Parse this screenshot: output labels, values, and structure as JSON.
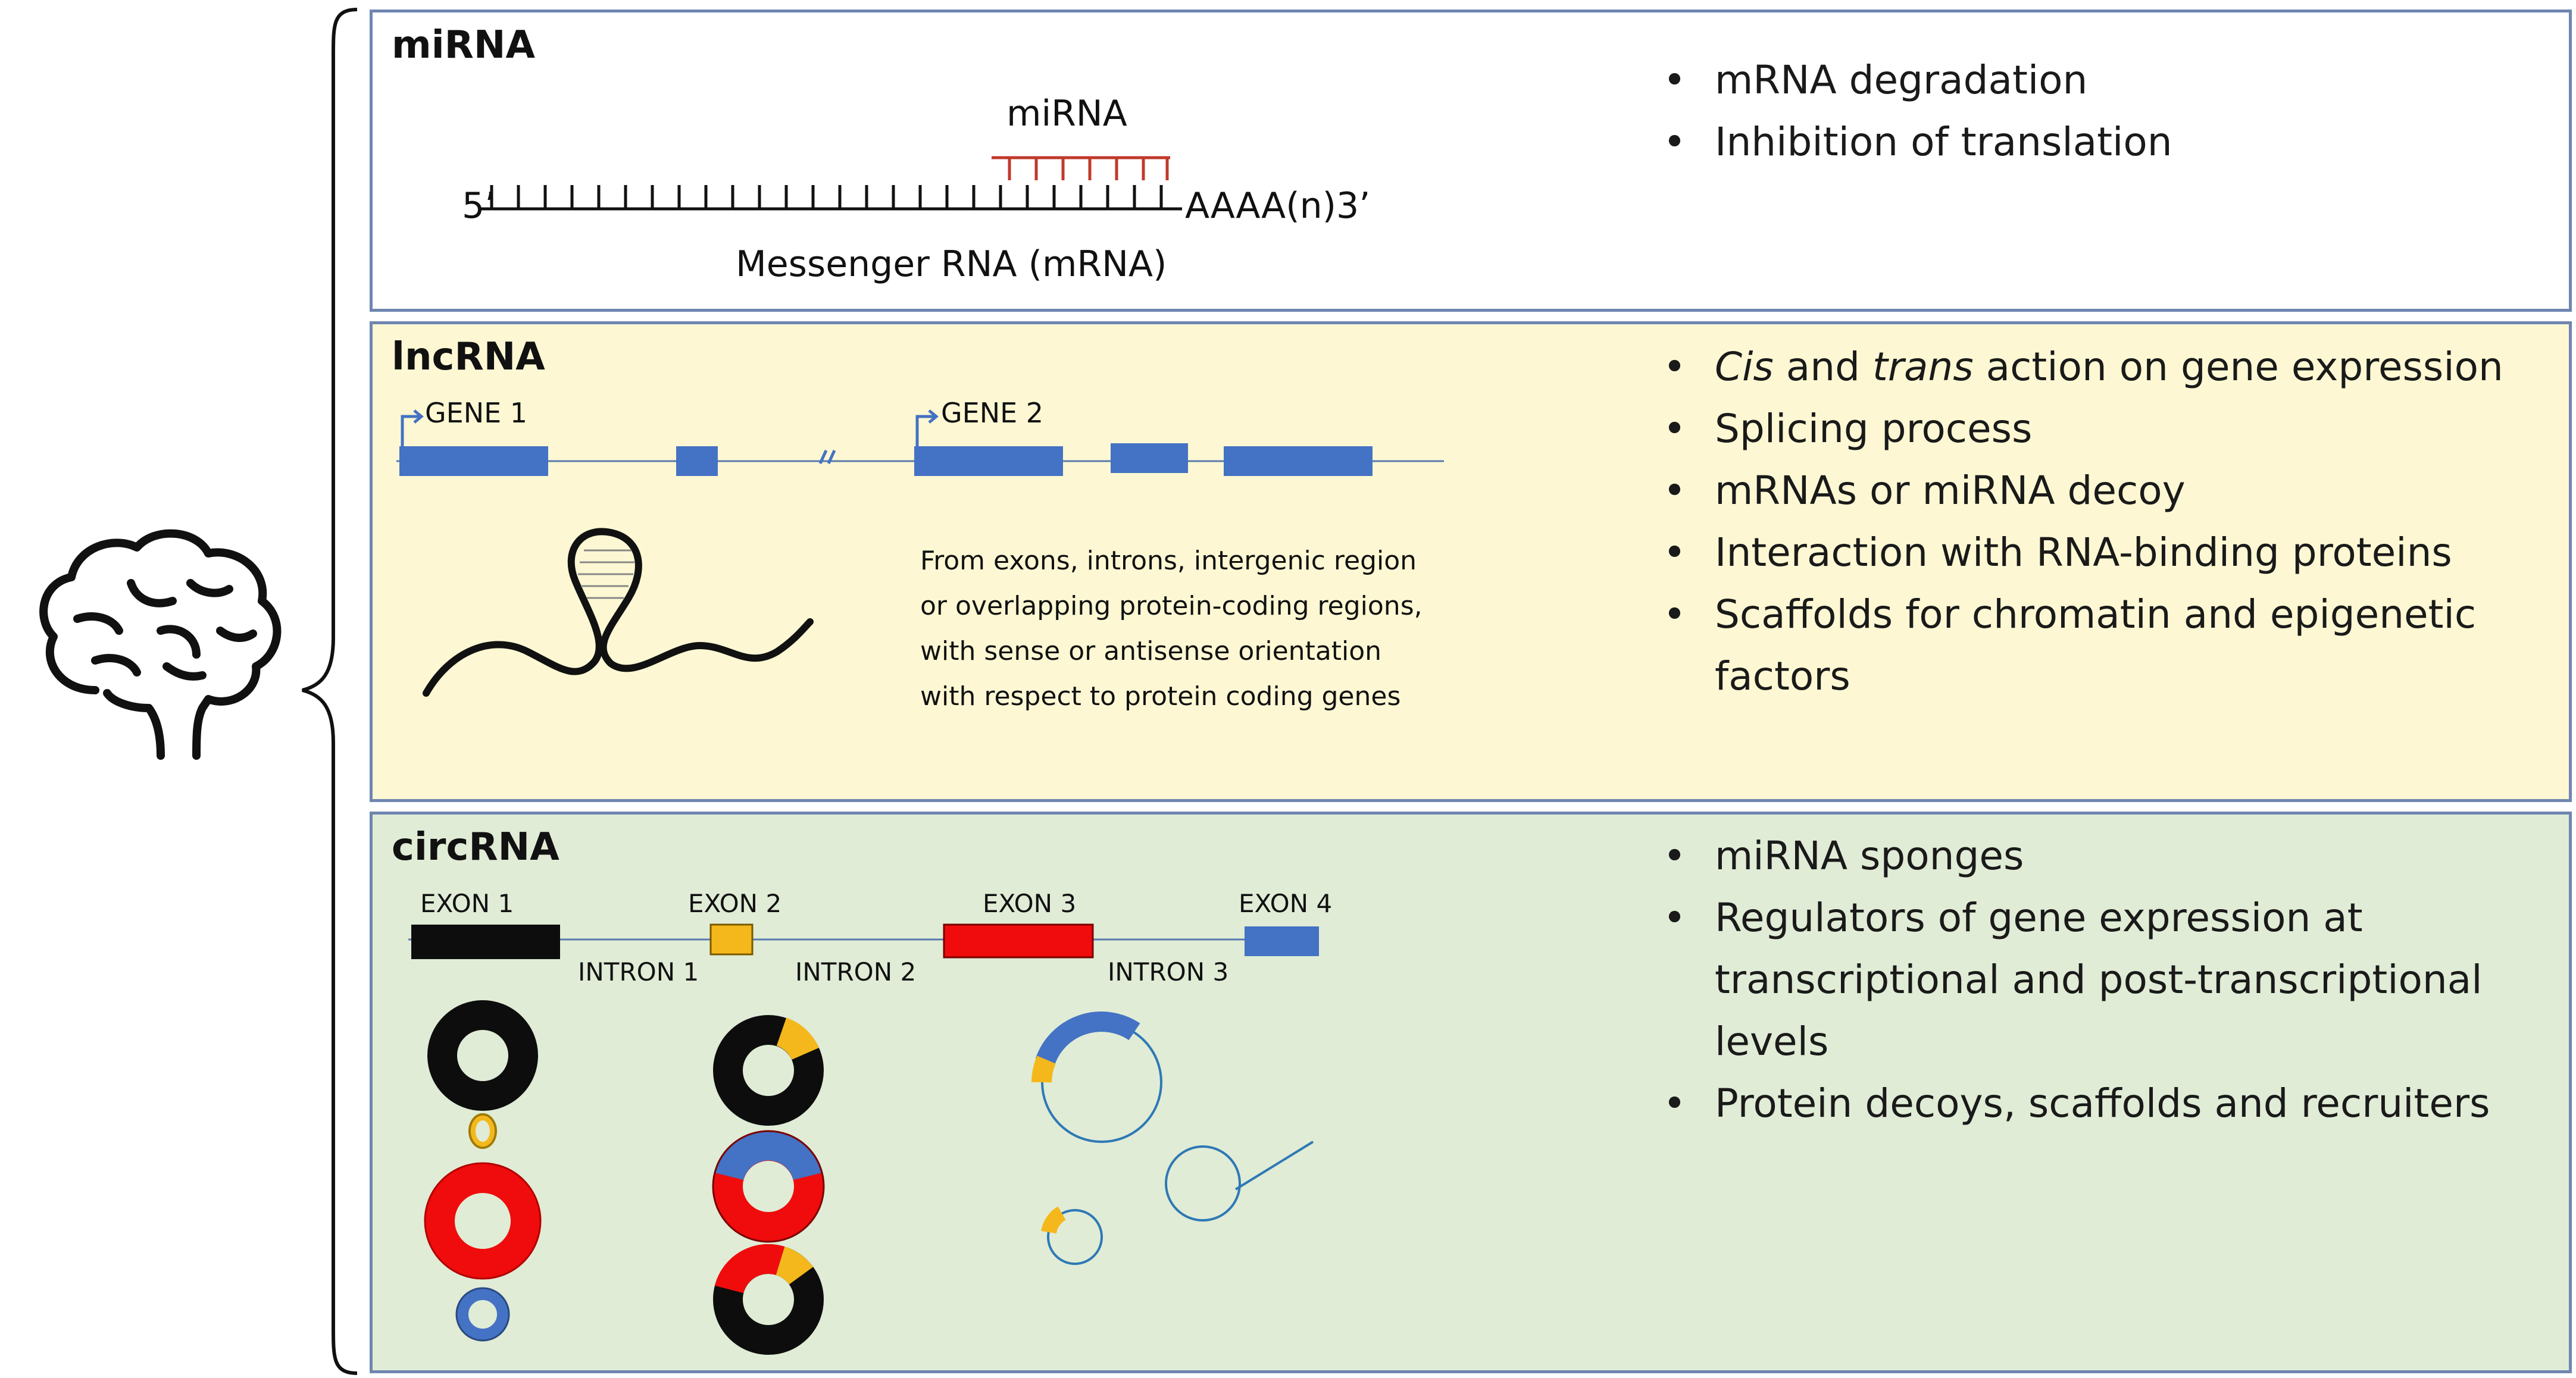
{
  "mirna": {
    "title": "miRNA",
    "mirna_label": "miRNA",
    "five_prime": "5’",
    "three_prime": "AAAA(n)3’",
    "mrna_label": "Messenger RNA (mRNA)",
    "functions": [
      "mRNA degradation",
      "Inhibition of translation"
    ]
  },
  "lncrna": {
    "title": "lncRNA",
    "gene1": "GENE 1",
    "gene2": "GENE 2",
    "description": [
      "From exons, introns, intergenic region",
      "or overlapping protein-coding  regions,",
      "with sense or antisense orientation",
      "with respect to protein coding genes"
    ],
    "function_1_italic_a": "Cis",
    "function_1_mid": " and ",
    "function_1_italic_b": "trans",
    "function_1_rest": " action on gene expression",
    "functions_rest": [
      "Splicing process",
      "mRNAs or miRNA decoy",
      "Interaction with RNA-binding proteins",
      "Scaffolds for chromatin and epigenetic factors"
    ]
  },
  "circrna": {
    "title": "circRNA",
    "exons": [
      "EXON 1",
      "EXON 2",
      "EXON 3",
      "EXON 4"
    ],
    "introns": [
      "INTRON 1",
      "INTRON 2",
      "INTRON 3"
    ],
    "functions": [
      "miRNA sponges",
      "Regulators of gene expression at transcriptional and post-transcriptional levels",
      "Protein decoys, scaffolds and recruiters"
    ]
  },
  "colors": {
    "exon_black": "#0d0d0d",
    "exon_yellow": "#f4b81c",
    "exon_red": "#f00c0c",
    "exon_blue": "#4472c4",
    "panel_border": "#6f86b0",
    "lnc_bg": "#fdf8d3",
    "circ_bg": "#e0ecd6",
    "mirna_red": "#c0392b"
  }
}
